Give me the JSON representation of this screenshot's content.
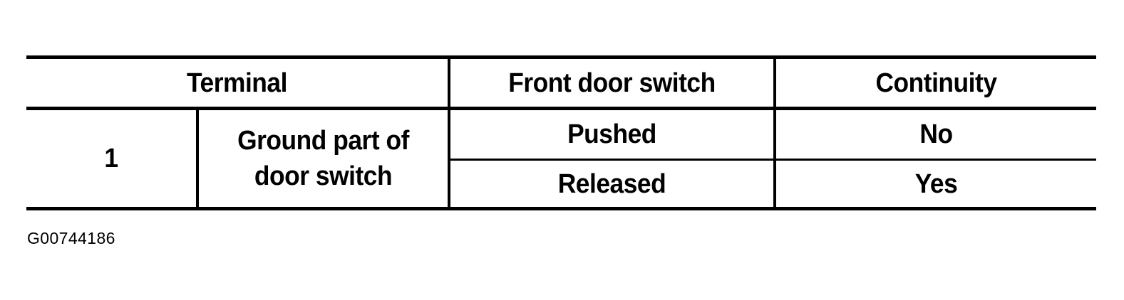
{
  "figure": {
    "caption": "G00744186",
    "ink_color": "#000000",
    "paper_color": "#ffffff"
  },
  "table": {
    "headers": [
      {
        "label": "Terminal",
        "colspan": 2
      },
      {
        "label": "Front door switch",
        "colspan": 1
      },
      {
        "label": "Continuity",
        "colspan": 1
      }
    ],
    "rows": [
      {
        "terminal_number": "1",
        "terminal_description": {
          "line1": "Ground part of",
          "line2": "door switch"
        },
        "measurements": [
          {
            "front_door_switch": "Pushed",
            "continuity": "No"
          },
          {
            "front_door_switch": "Released",
            "continuity": "Yes"
          }
        ]
      }
    ]
  }
}
